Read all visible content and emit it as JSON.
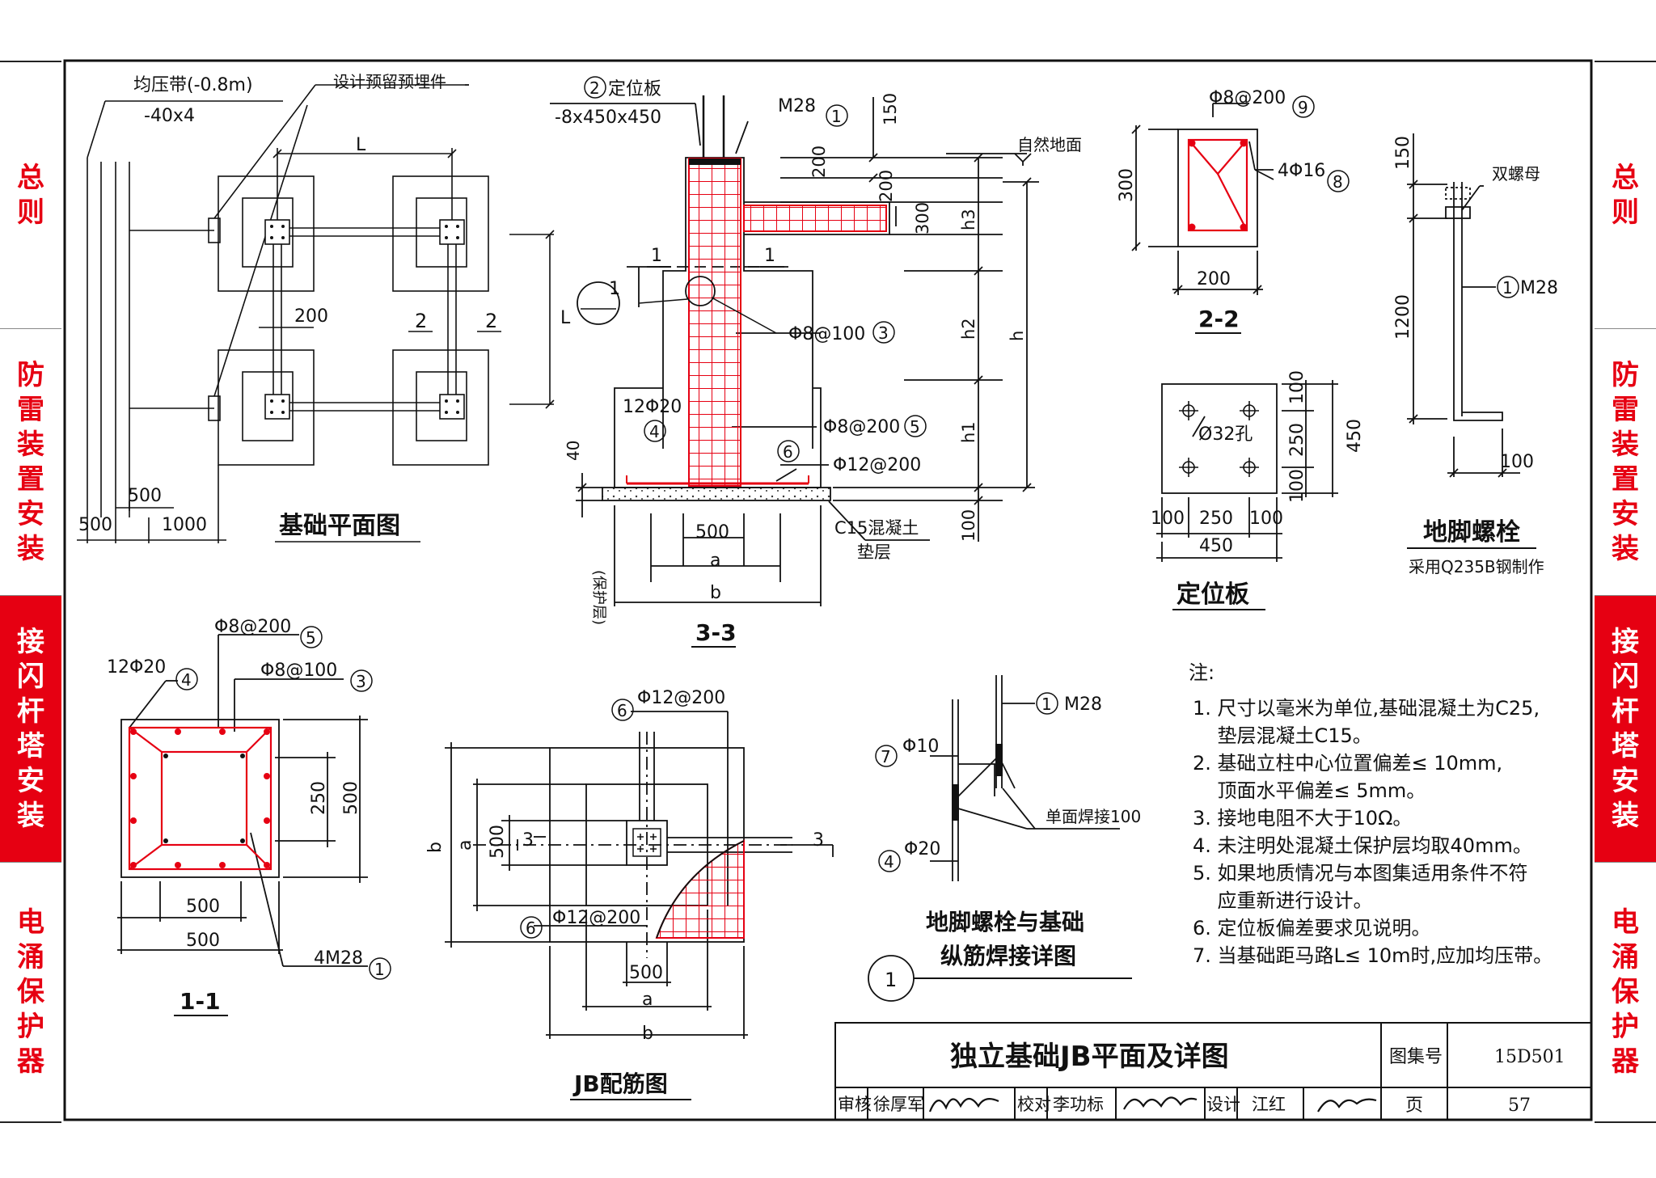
{
  "sidebar": {
    "sections": [
      {
        "label": "总则",
        "active": false
      },
      {
        "label": "防雷装置安装",
        "active": false
      },
      {
        "label": "接闪杆塔安装",
        "active": true
      },
      {
        "label": "电涌保护器",
        "active": false
      }
    ]
  },
  "plan": {
    "title": "基础平面图",
    "strip_label": "均压带(-0.8m)",
    "strip_size": "-40x4",
    "embed_label": "设计预留预埋件",
    "dim_L": "L",
    "dim_200": "200",
    "dim_500a": "500",
    "dim_500b": "500",
    "dim_1000": "1000",
    "section_2": "2"
  },
  "section33": {
    "title": "3-3",
    "plate_no": "2",
    "plate_label": "定位板",
    "plate_size": "-8x450x450",
    "bolt": "M28",
    "bolt_no": "1",
    "rebar_stirrup": "Φ8@100",
    "rebar_stirrup_no": "3",
    "rebar_main": "12Φ20",
    "rebar_main_no": "4",
    "rebar_ring": "Φ8@200",
    "rebar_ring_no": "5",
    "rebar_base_no": "6",
    "rebar_base": "Φ12@200",
    "cushion": "C15混凝土",
    "cushion2": "垫层",
    "ground": "自然地面",
    "cover": "(保护层)",
    "dim_40": "40",
    "dim_150": "150",
    "dim_200a": "200",
    "dim_200b": "200",
    "dim_300": "300",
    "dim_100": "100",
    "dim_500": "500",
    "h1": "h1",
    "h2": "h2",
    "h3": "h3",
    "h": "h",
    "a": "a",
    "b": "b",
    "detail_no": "1",
    "sec_1": "1"
  },
  "section22": {
    "title": "2-2",
    "rebar_ring": "Φ8@200",
    "rebar_ring_no": "9",
    "rebar_main": "4Φ16",
    "rebar_main_no": "8",
    "dim_300": "300",
    "dim_200": "200"
  },
  "plate": {
    "title": "定位板",
    "hole": "Ø32孔",
    "dim_100": "100",
    "dim_250": "250",
    "dim_450": "450"
  },
  "bolt": {
    "title": "地脚螺栓",
    "subtitle": "采用Q235B钢制作",
    "nut": "双螺母",
    "label": "M28",
    "label_no": "1",
    "dim_150": "150",
    "dim_1200": "1200",
    "dim_100": "100"
  },
  "section11": {
    "title": "1-1",
    "rebar_ring": "Φ8@200",
    "rebar_ring_no": "5",
    "rebar_main": "12Φ20",
    "rebar_main_no": "4",
    "rebar_stirrup": "Φ8@100",
    "rebar_stirrup_no": "3",
    "bolts": "4M28",
    "bolts_no": "1",
    "dim_250": "250",
    "dim_500": "500"
  },
  "jb": {
    "title": "JB配筋图",
    "rebar": "Φ12@200",
    "rebar_no": "6",
    "dim_500": "500",
    "a": "a",
    "b": "b",
    "sec_3": "3"
  },
  "weld": {
    "title1": "地脚螺栓与基础",
    "title2": "纵筋焊接详图",
    "detail_no": "1",
    "bolt": "M28",
    "bolt_no": "1",
    "bar10": "Φ10",
    "bar10_no": "7",
    "bar20": "Φ20",
    "bar20_no": "4",
    "weld": "单面焊接100"
  },
  "notes": {
    "heading": "注:",
    "items": [
      "1. 尺寸以毫米为单位,基础混凝土为C25,",
      "    垫层混凝土C15。",
      "2. 基础立柱中心位置偏差≤ 10mm,",
      "    顶面水平偏差≤ 5mm。",
      "3. 接地电阻不大于10Ω。",
      "4. 未注明处混凝土保护层均取40mm。",
      "5. 如果地质情况与本图集适用条件不符",
      "    应重新进行设计。",
      "6. 定位板偏差要求见说明。",
      "7. 当基础距马路L≤ 10m时,应加均压带。"
    ]
  },
  "titleblock": {
    "title": "独立基础JB平面及详图",
    "atlas_label": "图集号",
    "atlas_no": "15D501",
    "page_label": "页",
    "page_no": "57",
    "review_label": "审核",
    "reviewer": "徐厚军",
    "check_label": "校对",
    "checker": "李功标",
    "design_label": "设计",
    "designer": "江红"
  }
}
